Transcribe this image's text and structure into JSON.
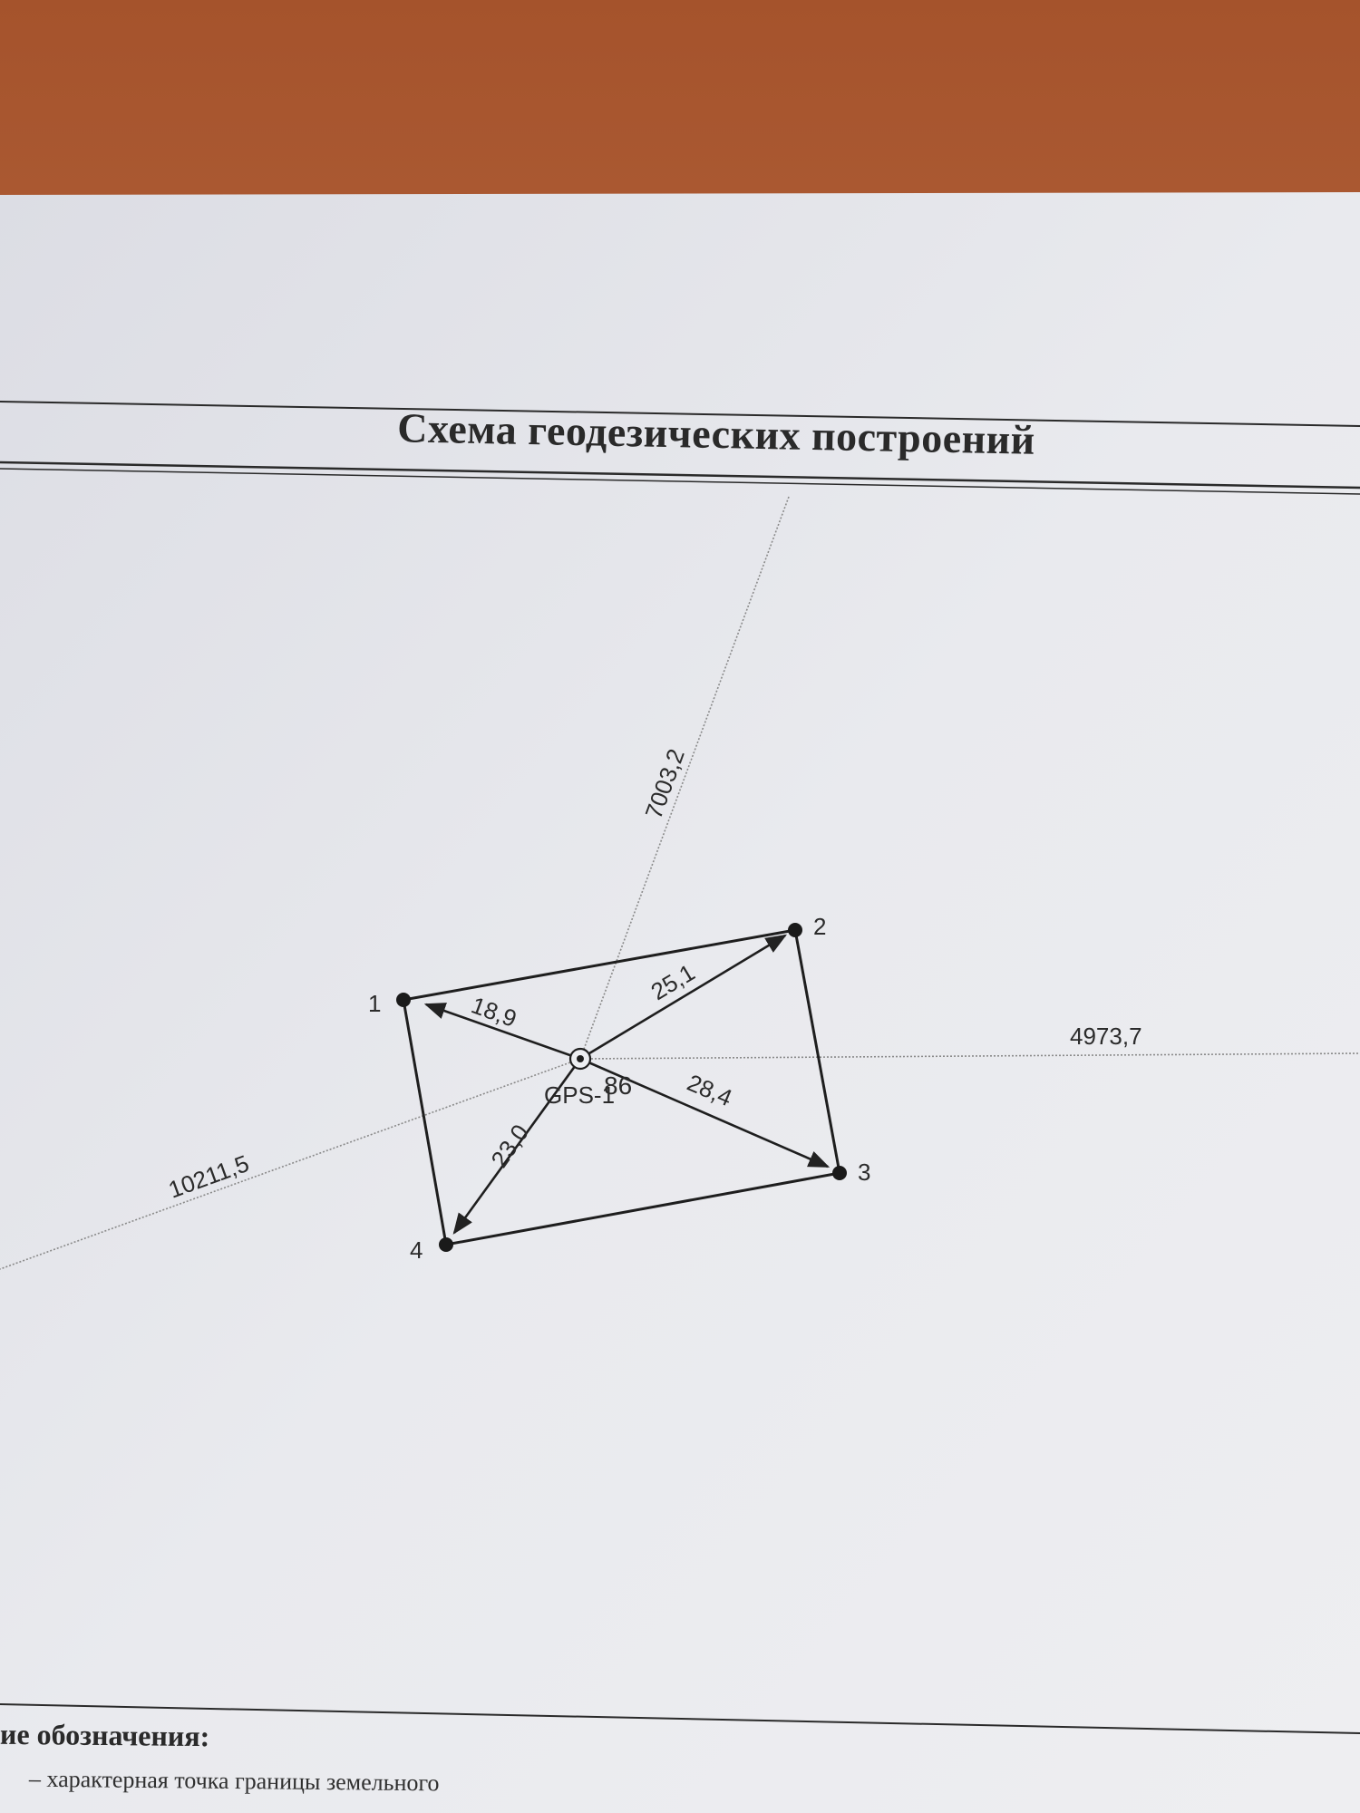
{
  "header": {
    "title": "Схема геодезических построений"
  },
  "diagram": {
    "points": [
      {
        "id": "1"
      },
      {
        "id": "2"
      },
      {
        "id": "3"
      },
      {
        "id": "4"
      }
    ],
    "base_station": {
      "label": "GPS-1",
      "extra_label": "86"
    },
    "vectors": [
      {
        "to": "1",
        "length": "18,9"
      },
      {
        "to": "2",
        "length": "25,1"
      },
      {
        "to": "3",
        "length": "28,4"
      },
      {
        "to": "4",
        "length": "23,0"
      }
    ],
    "reference_lines": [
      {
        "length": "7003,2"
      },
      {
        "length": "4973,7"
      },
      {
        "length": "10211,5"
      }
    ]
  },
  "legend": {
    "title": "ие обозначения:",
    "items": [
      "– характерная точка границы земельного"
    ]
  }
}
